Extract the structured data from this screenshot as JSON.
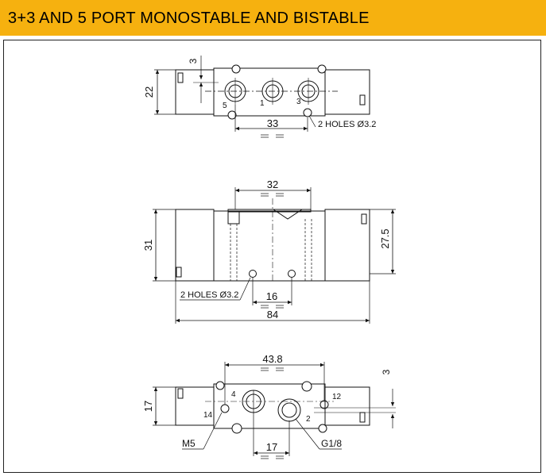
{
  "header": {
    "title": "3+3 AND 5 PORT MONOSTABLE AND BISTABLE"
  },
  "colors": {
    "banner": "#f6b10f",
    "line": "#111111"
  },
  "top_view": {
    "dim_height": "22",
    "dim_offset": "3",
    "dim_spacing": "33",
    "hole_note": "2 HOLES Ø3.2",
    "port_labels": [
      "5",
      "1",
      "3"
    ]
  },
  "front_view": {
    "dim_top": "32",
    "dim_height": "31",
    "dim_right": "27.5",
    "hole_note": "2 HOLES Ø3.2",
    "dim_hole_spacing": "16",
    "dim_length": "84"
  },
  "bottom_view": {
    "dim_span": "43.8",
    "dim_height": "17",
    "dim_offset": "3",
    "dim_spacing": "17",
    "port_labels": [
      "4",
      "2",
      "12",
      "14"
    ],
    "thread_left": "M5",
    "thread_right": "G1/8"
  }
}
